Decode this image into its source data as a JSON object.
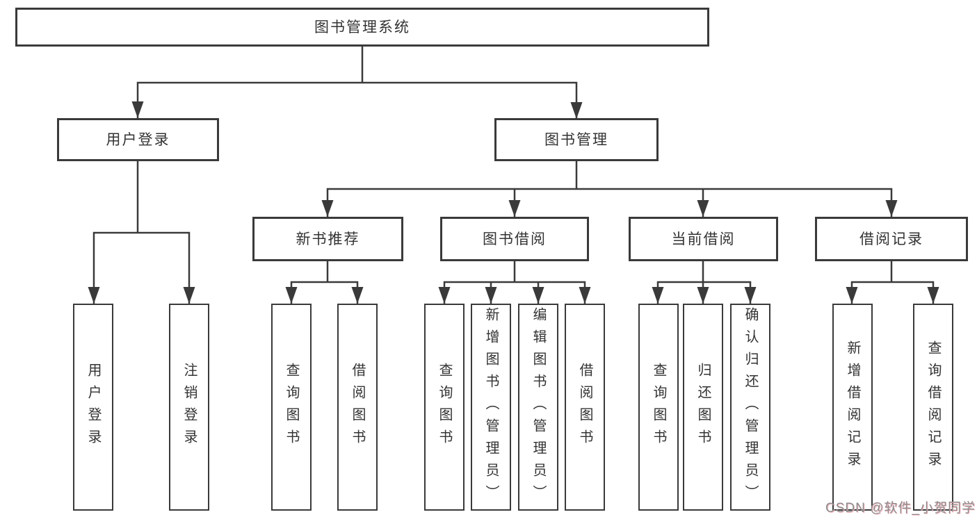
{
  "diagram": {
    "nodes": {
      "root": "图书管理系统",
      "user_login": "用户登录",
      "book_mgmt": "图书管理",
      "new_book_rec": "新书推荐",
      "book_borrow": "图书借阅",
      "current_borrow": "当前借阅",
      "borrow_record": "借阅记录"
    },
    "leaves": {
      "user_login": [
        "用户登录",
        "注销登录"
      ],
      "new_book_rec": [
        "查询图书",
        "借阅图书"
      ],
      "book_borrow": [
        "查询图书",
        "新增图书（管理员）",
        "编辑图书（管理员）",
        "借阅图书"
      ],
      "current_borrow": [
        "查询图书",
        "归还图书",
        "确认归还（管理员）"
      ],
      "borrow_record": [
        "新增借阅记录",
        "查询借阅记录"
      ]
    },
    "watermark": "CSDN @软件_小贺同学",
    "colors": {
      "line": "#3a3a3a",
      "text": "#333333",
      "background": "#ffffff",
      "watermark": "#8d8d8d"
    }
  }
}
